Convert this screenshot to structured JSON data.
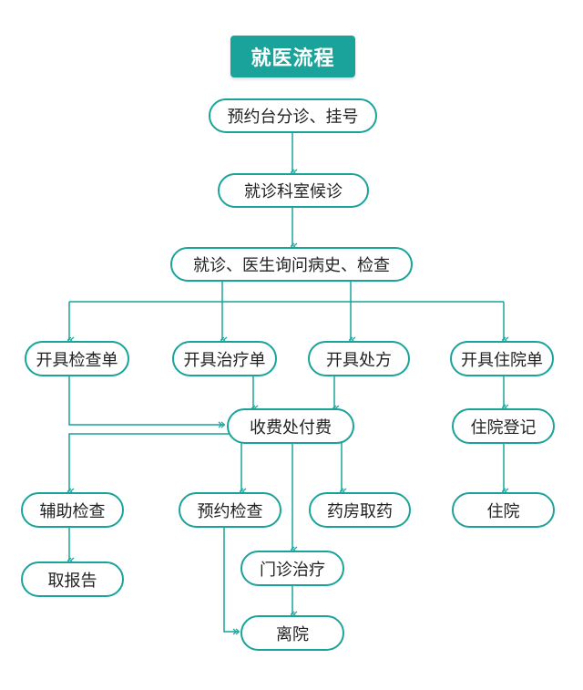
{
  "title": "就医流程",
  "steps": {
    "appointment": "预约台分诊、挂号",
    "waiting": "就诊科室候诊",
    "consult": "就诊、医生询问病史、检查",
    "exam_order": "开具检查单",
    "treat_order": "开具治疗单",
    "prescription": "开具处方",
    "admission_order": "开具住院单",
    "payment": "收费处付费",
    "admission_register": "住院登记",
    "aux_exam": "辅助检查",
    "book_exam": "预约检查",
    "pharmacy": "药房取药",
    "hospitalize": "住院",
    "get_report": "取报告",
    "outpatient_treat": "门诊治疗",
    "leave": "离院"
  },
  "colors": {
    "accent": "#1aa39a",
    "text": "#222222",
    "background": "#ffffff"
  }
}
